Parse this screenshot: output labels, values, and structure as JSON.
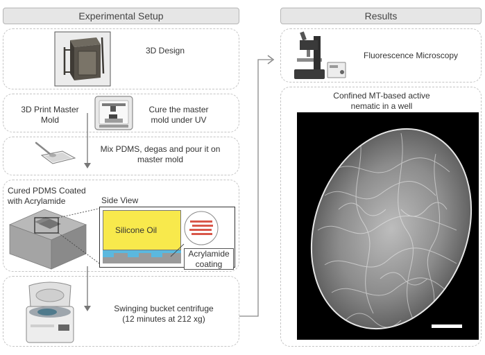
{
  "headers": {
    "setup": "Experimental Setup",
    "results": "Results"
  },
  "steps": {
    "design": "3D Design",
    "print_line1": "3D Print Master",
    "print_line2": "Mold",
    "cure_line1": "Cure the master",
    "cure_line2": "mold under UV",
    "mix_line1": "Mix PDMS, degas and pour it on",
    "mix_line2": "master mold",
    "cured_line1": "Cured PDMS Coated",
    "cured_line2": "with Acrylamide",
    "side_view": "Side View",
    "silicone_oil": "Silicone Oil",
    "acrylamide_line1": "Acrylamide",
    "acrylamide_line2": "coating",
    "centrifuge_line1": "Swinging bucket centrifuge",
    "centrifuge_line2": "(12 minutes at 212 xg)"
  },
  "results": {
    "microscopy": "Fluorescence Microscopy",
    "nematic_line1": "Confined MT-based active",
    "nematic_line2": "nematic in a well"
  },
  "colors": {
    "silicone_oil": "#f8e94c",
    "coating": "#5bb8de",
    "pdms_gray": "#9a9a9a",
    "acrylamide_strand": "#d9574a",
    "header_fill": "#e6e6e6"
  }
}
